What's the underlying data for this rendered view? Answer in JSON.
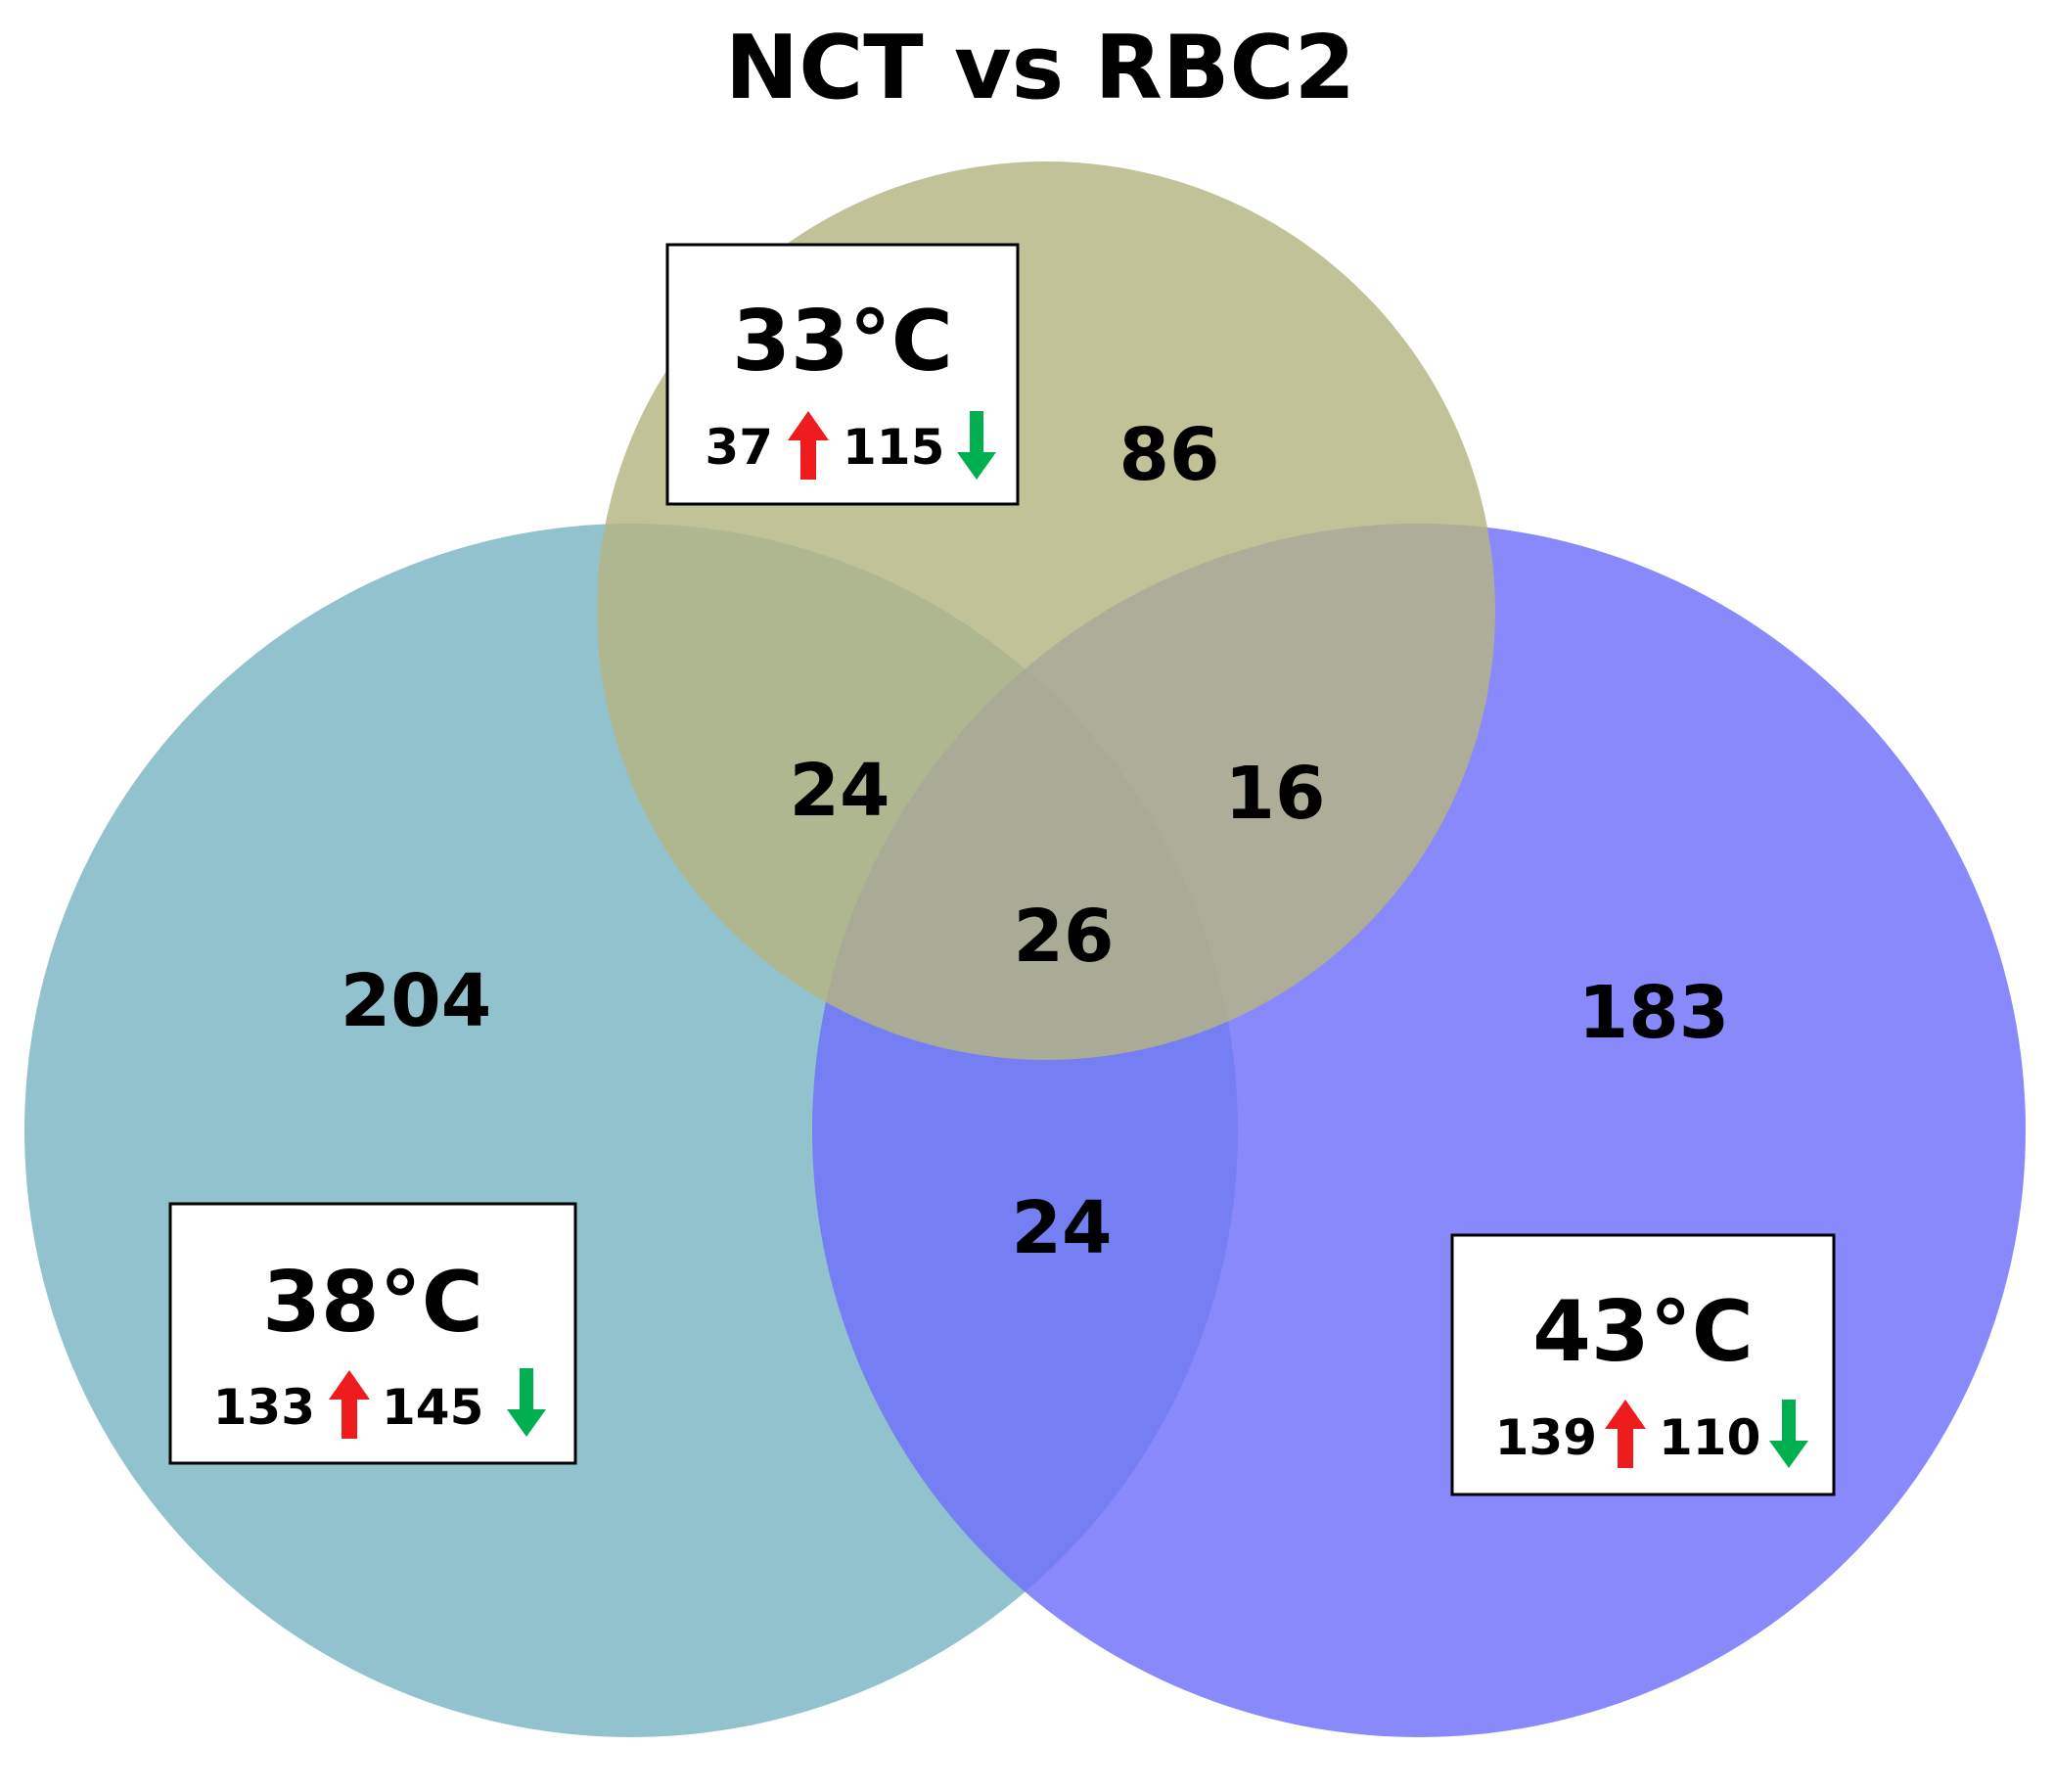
{
  "title": "NCT vs RBC2",
  "colors": {
    "circle_33": "#b4b482",
    "circle_38": "#7ab5c2",
    "circle_43": "#6f6ffb",
    "up_arrow": "#ee1c1c",
    "down_arrow": "#00b050"
  },
  "sets": [
    {
      "key": "c33",
      "label": "33°C",
      "up": "37",
      "down": "115"
    },
    {
      "key": "c38",
      "label": "38°C",
      "up": "133",
      "down": "145"
    },
    {
      "key": "c43",
      "label": "43°C",
      "up": "139",
      "down": "110"
    }
  ],
  "regions": {
    "only_33": "86",
    "only_38": "204",
    "only_43": "183",
    "r33_38": "24",
    "r33_43": "16",
    "r38_43": "24",
    "all_three": "26"
  },
  "icons": {
    "up": "up-arrow-icon",
    "down": "down-arrow-icon"
  }
}
